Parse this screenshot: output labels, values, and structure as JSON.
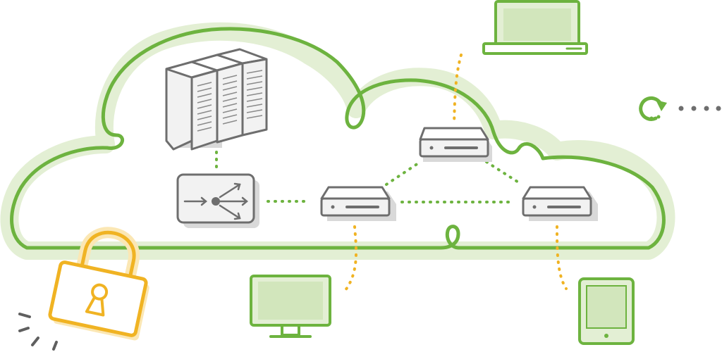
{
  "colors": {
    "cloud_outline": "#6db33f",
    "cloud_halo": "#e3efd4",
    "device_fill": "#e3efd4",
    "device_outline": "#6db33f",
    "device_link": "#6db33f",
    "external_link": "#f0b323",
    "lock": "#f0b323",
    "lock_shadow": "#fbe7b4",
    "hardware_outline": "#6e6e6e",
    "hardware_fill": "#f2f2f2",
    "hardware_shadow": "#d9d9d9",
    "sparks": "#5f5f5f",
    "refresh_dots": "#6e6e6e"
  },
  "diagram": {
    "cloud": {
      "icon": "cloud-icon"
    },
    "nodes": [
      {
        "id": "server-rack",
        "icon": "server-rack-icon"
      },
      {
        "id": "router",
        "icon": "router-icon"
      },
      {
        "id": "switch-top",
        "icon": "network-switch-icon"
      },
      {
        "id": "switch-left",
        "icon": "network-switch-icon"
      },
      {
        "id": "switch-right",
        "icon": "network-switch-icon"
      }
    ],
    "clients": [
      {
        "id": "laptop",
        "icon": "laptop-icon"
      },
      {
        "id": "monitor",
        "icon": "monitor-icon"
      },
      {
        "id": "tablet",
        "icon": "tablet-icon"
      }
    ],
    "extras": [
      {
        "id": "padlock",
        "icon": "padlock-icon"
      },
      {
        "id": "refresh",
        "icon": "refresh-icon"
      }
    ]
  }
}
